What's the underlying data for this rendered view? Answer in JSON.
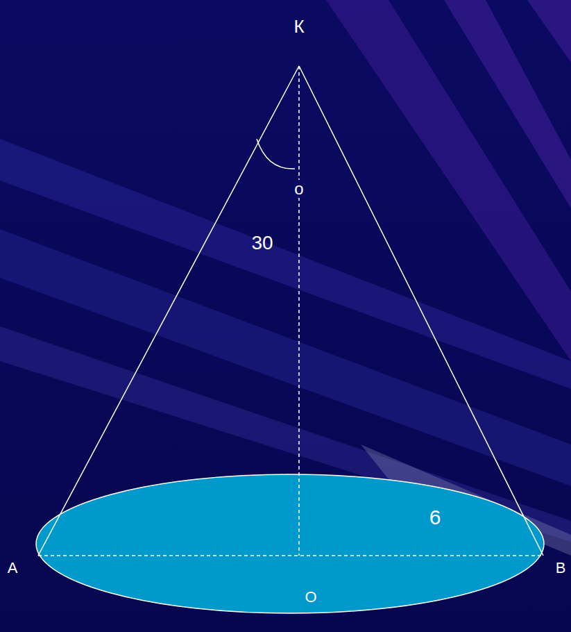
{
  "diagram": {
    "labels": [
      "К",
      "о",
      "30",
      "6",
      "А",
      "О",
      "В"
    ]
  }
}
